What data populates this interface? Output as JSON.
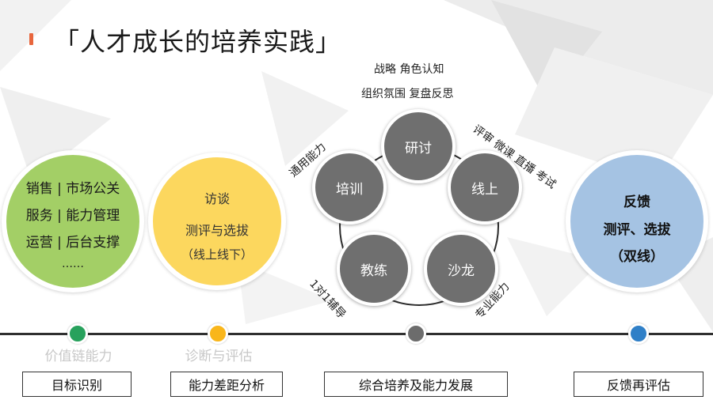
{
  "slide": {
    "title": "「人才成长的培养实践」"
  },
  "green_circle": {
    "lines": [
      "销售 | 市场公关",
      "服务 | 能力管理",
      "运营 | 后台支撑",
      "……"
    ],
    "color": "#a3cf66"
  },
  "yellow_circle": {
    "lines": [
      "访谈",
      "测评与选拔",
      "（线上线下）"
    ],
    "color": "#fcd75e"
  },
  "blue_circle": {
    "lines": [
      "反馈",
      "测评、选拔",
      "（双线）"
    ],
    "color": "#a5c3e3"
  },
  "cycle": {
    "nodes": [
      "研讨",
      "线上",
      "沙龙",
      "教练",
      "培训"
    ],
    "node_color": "#6f6f6f",
    "labels": {
      "top_line1": "战略 角色认知",
      "top_line2": "组织氛围 复盘反思",
      "upper_right": "评审 微课 直播 考试",
      "left": "通用能力",
      "bottom_left": "1对1辅导",
      "bottom_right": "专业能力"
    }
  },
  "timeline": {
    "dot_colors": [
      "#27a15c",
      "#f9b61b",
      "#6c6c6c",
      "#2f7fc7"
    ],
    "faint_labels": [
      "价值链能力",
      "诊断与评估",
      "",
      ""
    ],
    "steps": [
      "目标识别",
      "能力差距分析",
      "综合培养及能力发展",
      "反馈再评估"
    ]
  }
}
